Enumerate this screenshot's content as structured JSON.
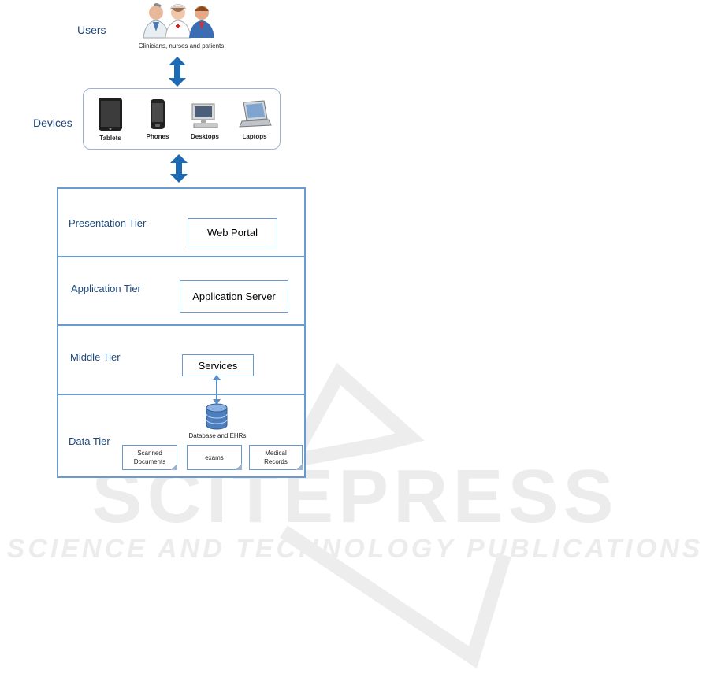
{
  "watermark": {
    "main": "SCITEPRESS",
    "sub": "SCIENCE AND TECHNOLOGY PUBLICATIONS"
  },
  "users": {
    "label": "Users",
    "caption": "Clinicians, nurses and patients"
  },
  "devices": {
    "label": "Devices",
    "items": [
      "Tablets",
      "Phones",
      "Desktops",
      "Laptops"
    ]
  },
  "tiers": {
    "presentation": {
      "label": "Presentation Tier",
      "box": "Web Portal"
    },
    "application": {
      "label": "Application Tier",
      "box": "Application Server"
    },
    "middle": {
      "label": "Middle Tier",
      "box": "Services"
    },
    "data": {
      "label": "Data Tier",
      "db_caption": "Database and EHRs",
      "docs": [
        "Scanned Documents",
        "exams",
        "Medical Records"
      ]
    }
  },
  "colors": {
    "label_blue": "#1f497d",
    "border_blue": "#6a9bd0",
    "arrow_blue": "#1b6ab3"
  }
}
